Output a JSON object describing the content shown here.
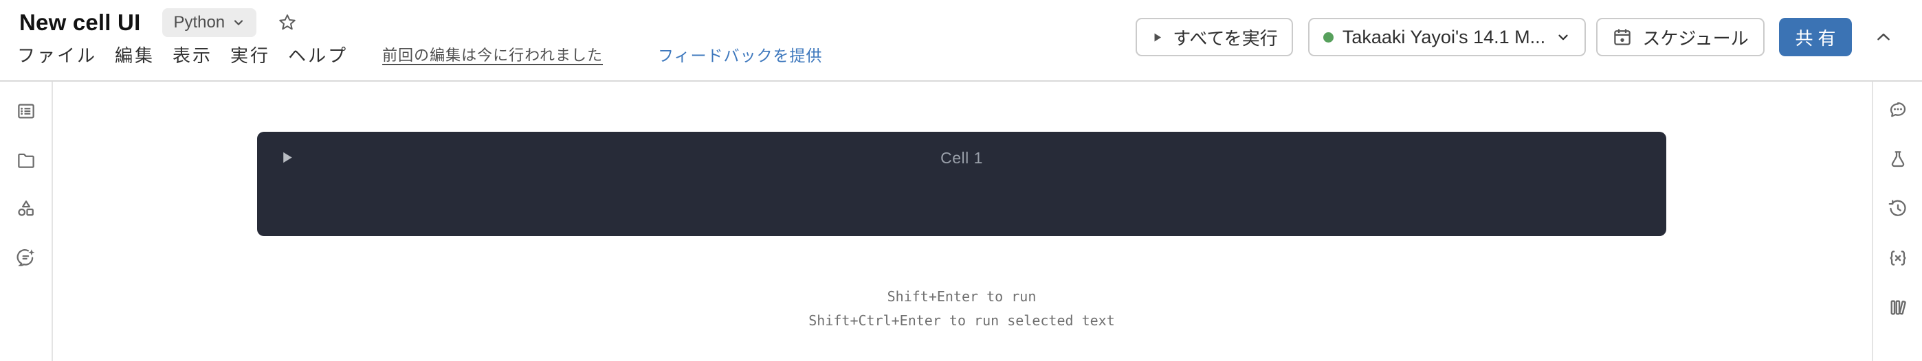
{
  "header": {
    "title": "New cell UI",
    "language_selector": {
      "value": "Python"
    },
    "menus": [
      {
        "label": "ファイル"
      },
      {
        "label": "編集"
      },
      {
        "label": "表示"
      },
      {
        "label": "実行"
      },
      {
        "label": "ヘルプ"
      }
    ],
    "last_edited_status": "前回の編集は今に行われました",
    "feedback_link": "フィードバックを提供",
    "actions": {
      "run_all": "すべてを実行",
      "compute": "Takaaki Yayoi's 14.1 M...",
      "schedule": "スケジュール",
      "share": "共有"
    }
  },
  "left_rail": {
    "icons": [
      "table-of-contents-icon",
      "folder-icon",
      "shapes-icon",
      "assistant-icon"
    ]
  },
  "right_rail": {
    "icons": [
      "comments-icon",
      "experiments-icon",
      "version-history-icon",
      "variables-icon",
      "libraries-icon"
    ]
  },
  "notebook": {
    "cell": {
      "label": "Cell 1"
    },
    "hints": {
      "line1": "Shift+Enter to run",
      "line2": "Shift+Ctrl+Enter to run selected text"
    }
  },
  "colors": {
    "accent_blue": "#3b73b4",
    "link_blue": "#3e78bd",
    "cell_background": "#272b38",
    "compute_status_green": "#57a05c"
  }
}
